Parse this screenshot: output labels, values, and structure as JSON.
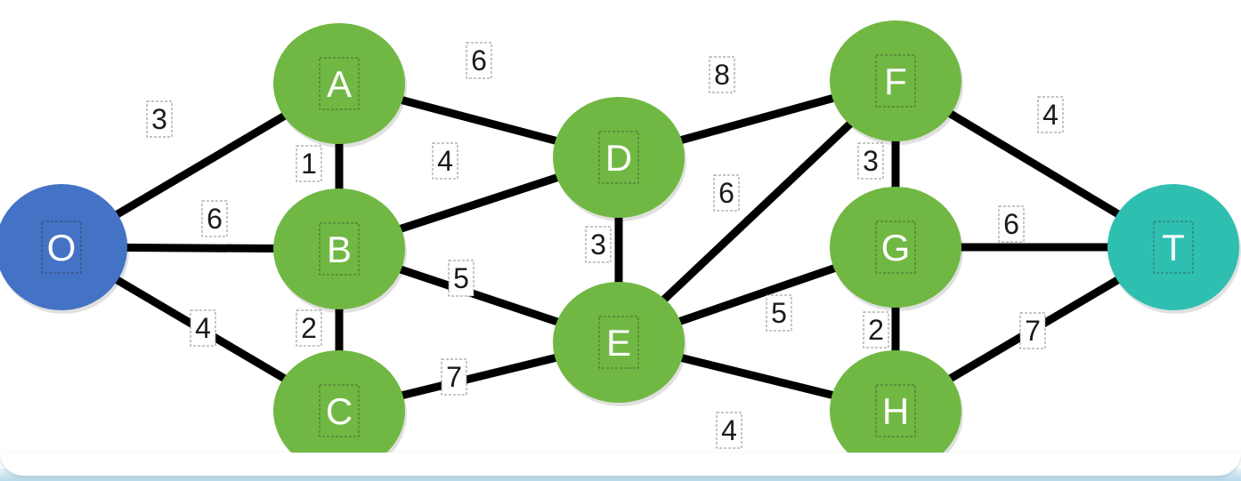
{
  "nodes": [
    {
      "id": "O",
      "label": "O",
      "color": "#4472c4"
    },
    {
      "id": "A",
      "label": "A",
      "color": "#70b843"
    },
    {
      "id": "B",
      "label": "B",
      "color": "#70b843"
    },
    {
      "id": "C",
      "label": "C",
      "color": "#70b843"
    },
    {
      "id": "D",
      "label": "D",
      "color": "#70b843"
    },
    {
      "id": "E",
      "label": "E",
      "color": "#70b843"
    },
    {
      "id": "F",
      "label": "F",
      "color": "#70b843"
    },
    {
      "id": "G",
      "label": "G",
      "color": "#70b843"
    },
    {
      "id": "H",
      "label": "H",
      "color": "#70b843"
    },
    {
      "id": "T",
      "label": "T",
      "color": "#2fbfb0"
    }
  ],
  "edges": [
    {
      "from": "O",
      "to": "A",
      "weight": "3"
    },
    {
      "from": "O",
      "to": "B",
      "weight": "6"
    },
    {
      "from": "O",
      "to": "C",
      "weight": "4"
    },
    {
      "from": "A",
      "to": "B",
      "weight": "1"
    },
    {
      "from": "A",
      "to": "D",
      "weight": "6"
    },
    {
      "from": "B",
      "to": "C",
      "weight": "2"
    },
    {
      "from": "B",
      "to": "D",
      "weight": "4"
    },
    {
      "from": "B",
      "to": "E",
      "weight": "5"
    },
    {
      "from": "C",
      "to": "E",
      "weight": "7"
    },
    {
      "from": "D",
      "to": "E",
      "weight": "3"
    },
    {
      "from": "D",
      "to": "F",
      "weight": "8"
    },
    {
      "from": "E",
      "to": "F",
      "weight": "6"
    },
    {
      "from": "E",
      "to": "G",
      "weight": "5"
    },
    {
      "from": "E",
      "to": "H",
      "weight": "4"
    },
    {
      "from": "F",
      "to": "G",
      "weight": "3"
    },
    {
      "from": "F",
      "to": "T",
      "weight": "4"
    },
    {
      "from": "G",
      "to": "H",
      "weight": "2"
    },
    {
      "from": "G",
      "to": "T",
      "weight": "6"
    },
    {
      "from": "H",
      "to": "T",
      "weight": "7"
    }
  ]
}
